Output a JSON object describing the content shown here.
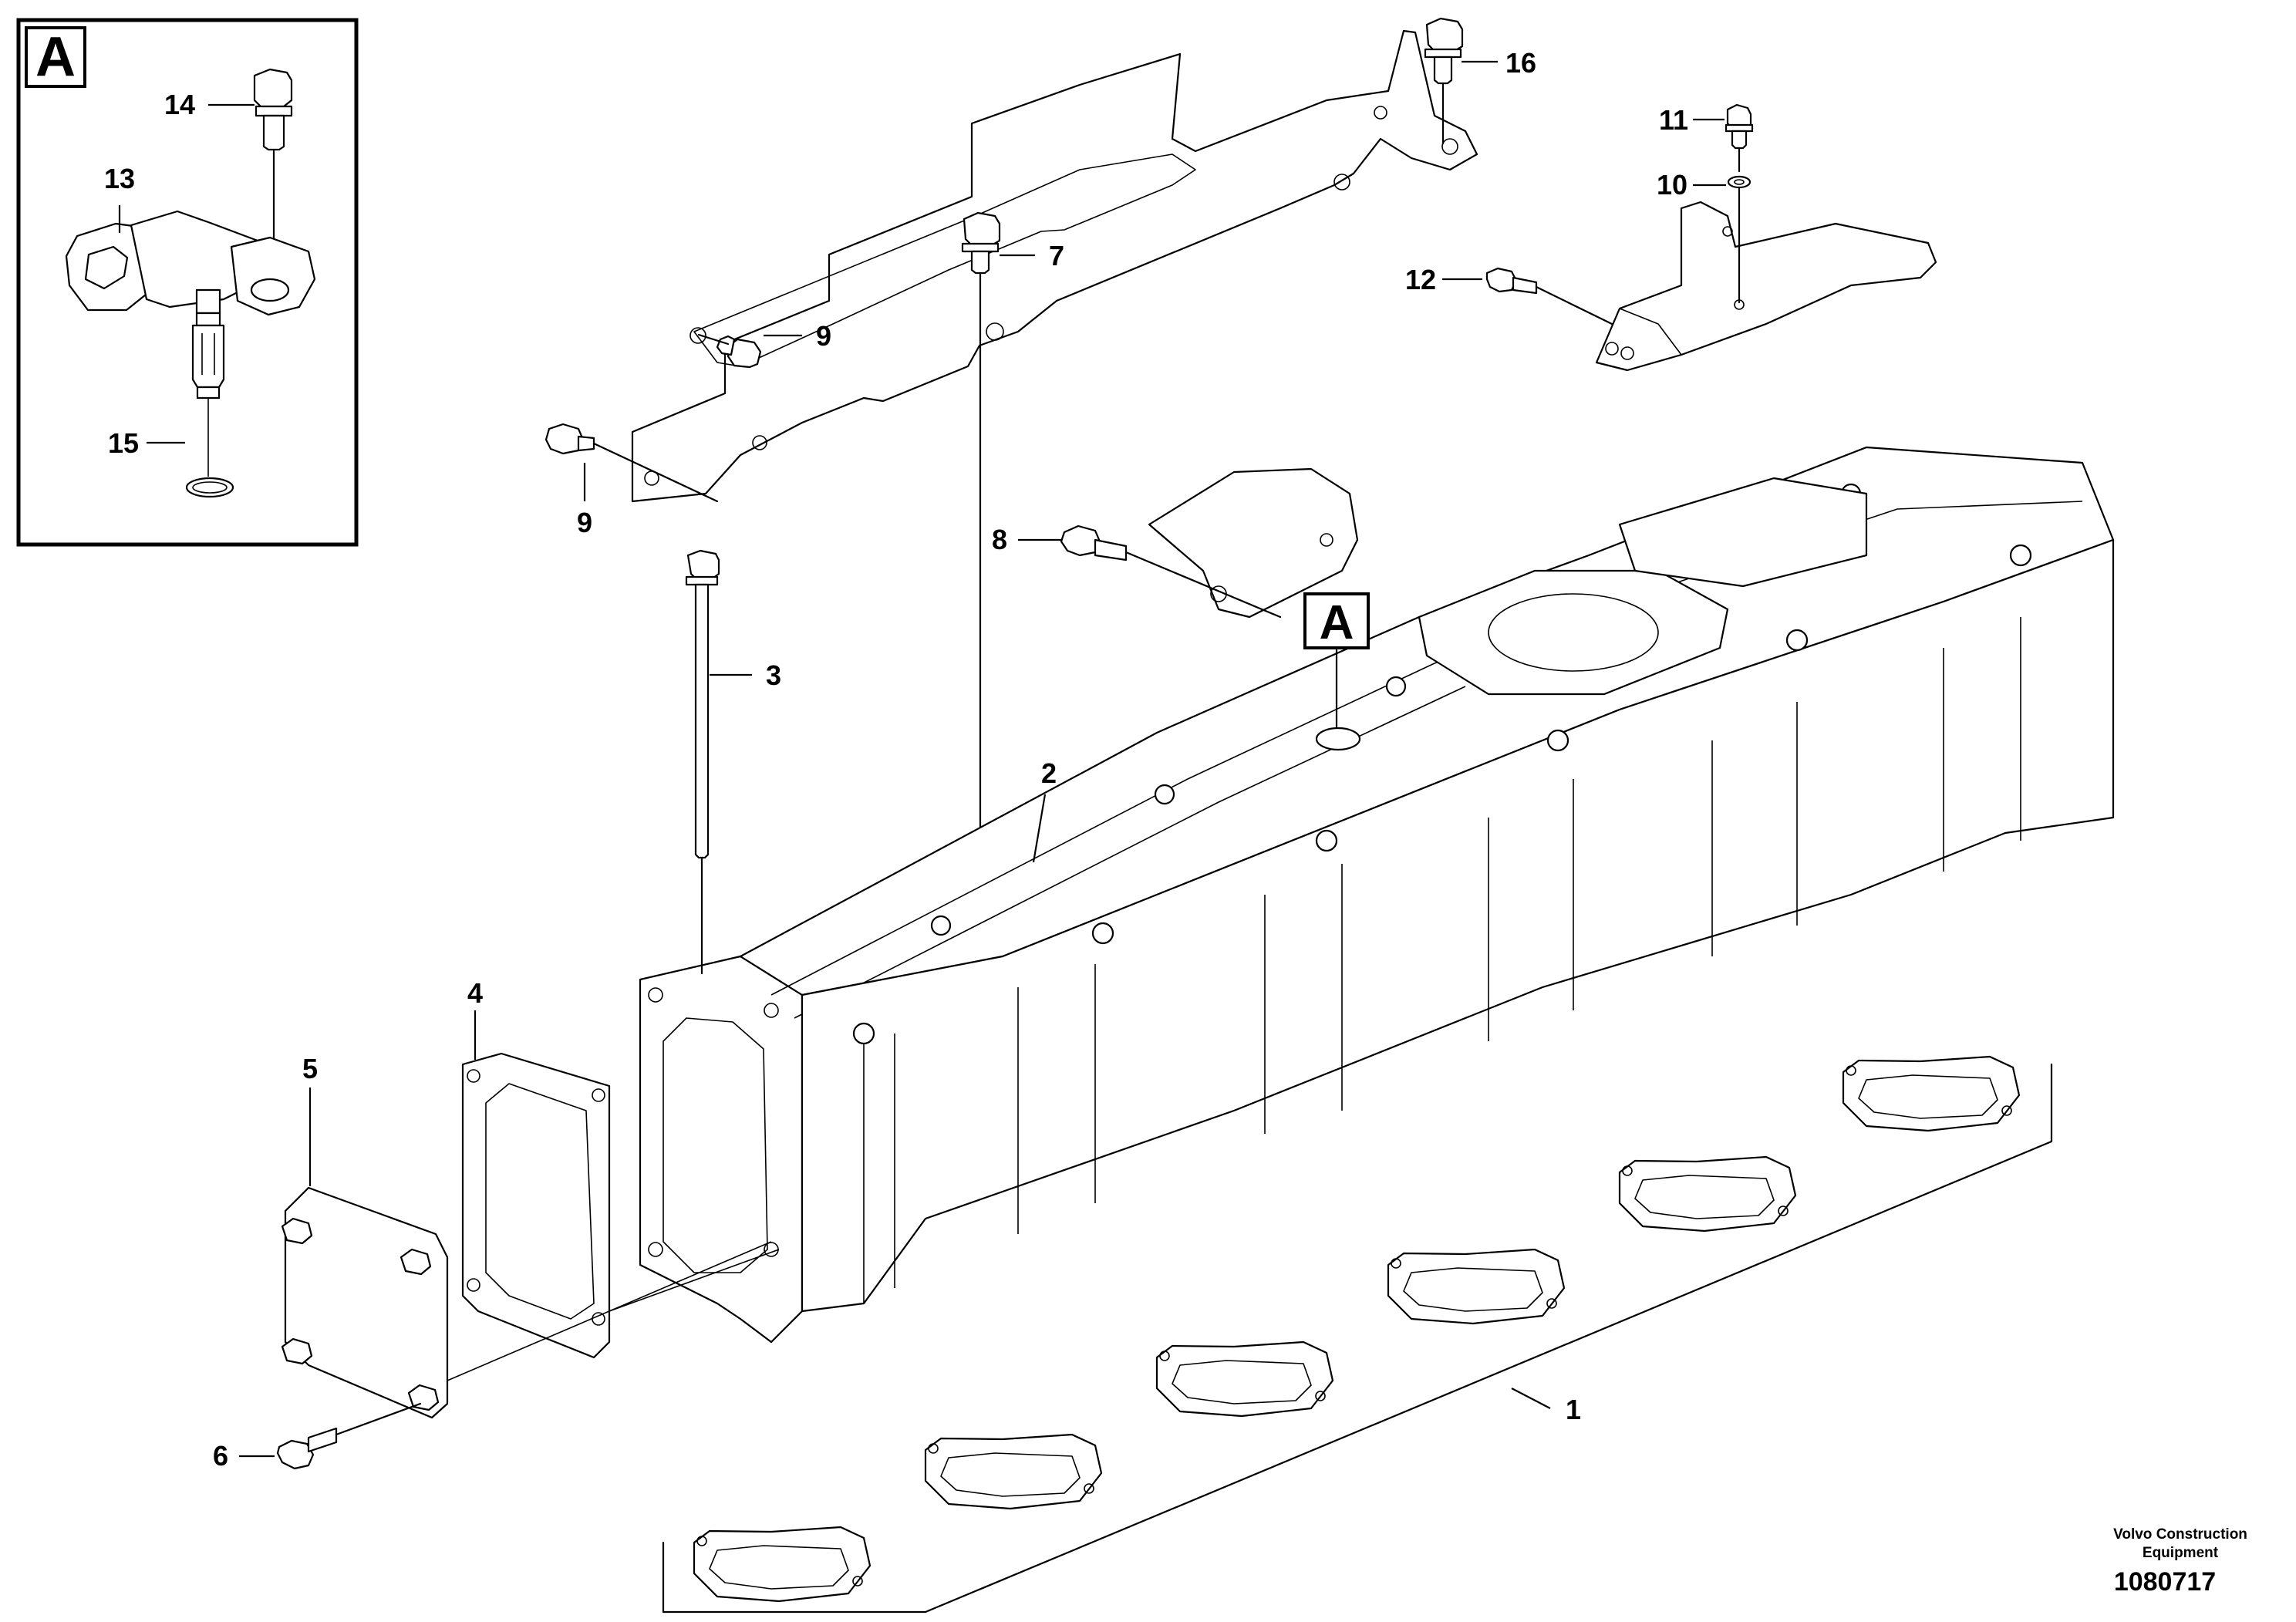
{
  "detail": {
    "letter": "A",
    "callout_letter": "A",
    "labels": {
      "p13": "13",
      "p14": "14",
      "p15": "15"
    }
  },
  "labels": {
    "p1": "1",
    "p2": "2",
    "p3": "3",
    "p4": "4",
    "p5": "5",
    "p6": "6",
    "p7": "7",
    "p8": "8",
    "p9a": "9",
    "p9b": "9",
    "p10": "10",
    "p11": "11",
    "p12": "12",
    "p16": "16"
  },
  "footer": {
    "company": "Volvo Construction Equipment",
    "drawing_number": "1080717"
  }
}
